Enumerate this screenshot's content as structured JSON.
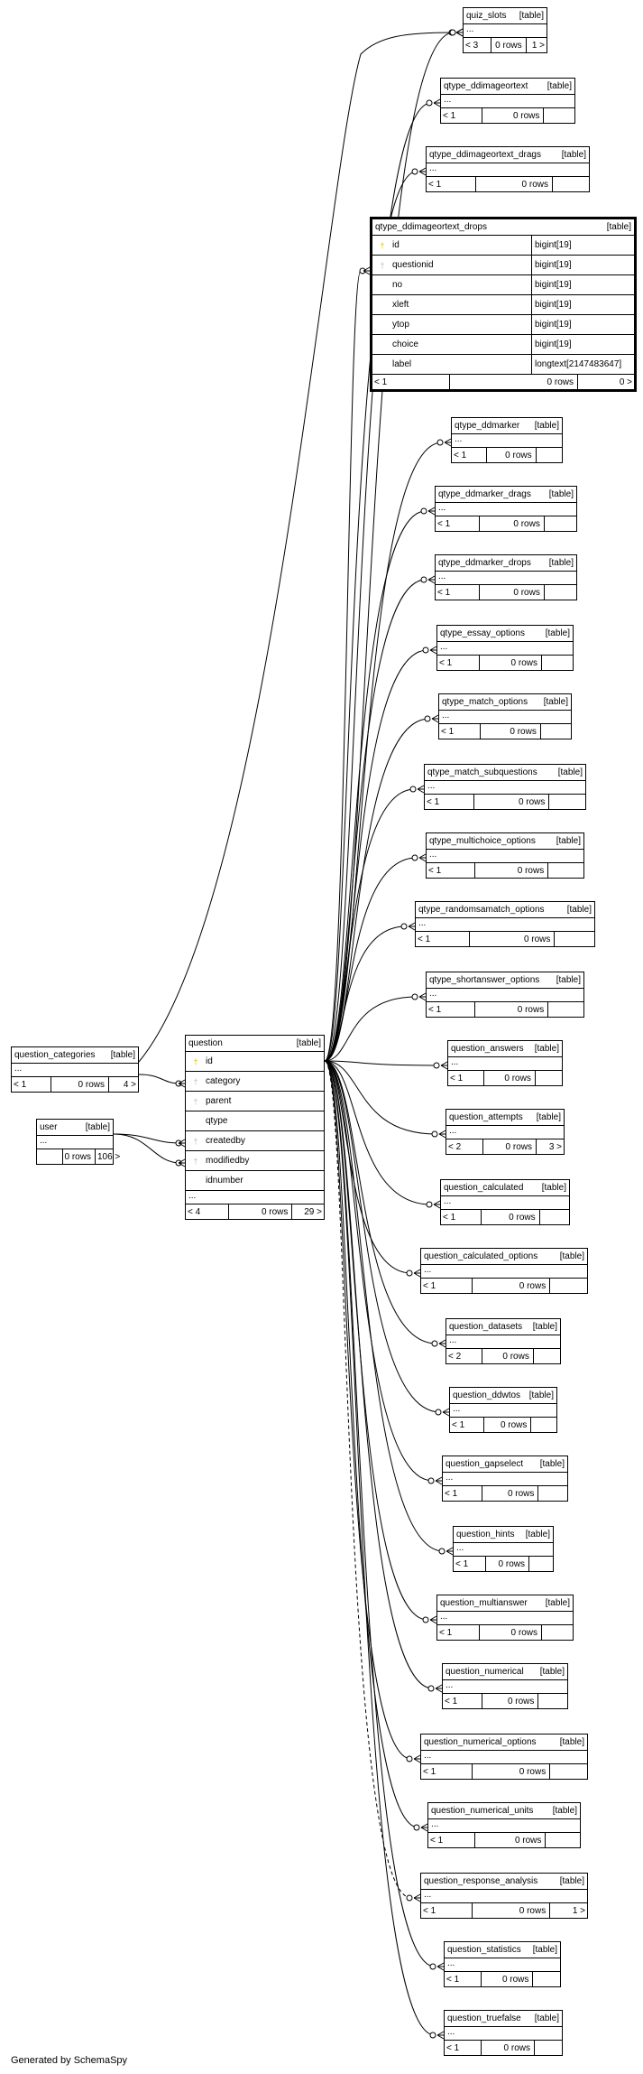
{
  "diagram": {
    "generated_by": "Generated by SchemaSpy",
    "type_label": "[table]",
    "ellipsis": "...",
    "focus_table": {
      "name": "qtype_ddimageortext_drops",
      "columns": [
        {
          "name": "id",
          "type": "bigint[19]",
          "key": "pk"
        },
        {
          "name": "questionid",
          "type": "bigint[19]",
          "key": "fk"
        },
        {
          "name": "no",
          "type": "bigint[19]",
          "key": ""
        },
        {
          "name": "xleft",
          "type": "bigint[19]",
          "key": ""
        },
        {
          "name": "ytop",
          "type": "bigint[19]",
          "key": ""
        },
        {
          "name": "choice",
          "type": "bigint[19]",
          "key": ""
        },
        {
          "name": "label",
          "type": "longtext[2147483647]",
          "key": ""
        }
      ],
      "footer": {
        "parents": "< 1",
        "rows": "0 rows",
        "children": "0 >"
      }
    },
    "question_table": {
      "name": "question",
      "columns": [
        {
          "name": "id",
          "key": "pk"
        },
        {
          "name": "category",
          "key": "fk"
        },
        {
          "name": "parent",
          "key": "fk"
        },
        {
          "name": "qtype",
          "key": ""
        },
        {
          "name": "createdby",
          "key": "fk"
        },
        {
          "name": "modifiedby",
          "key": "fk"
        },
        {
          "name": "idnumber",
          "key": ""
        }
      ],
      "footer": {
        "parents": "< 4",
        "rows": "0 rows",
        "children": "29 >"
      }
    },
    "left_tables": [
      {
        "name": "question_categories",
        "footer": {
          "parents": "< 1",
          "rows": "0 rows",
          "children": "4 >"
        }
      },
      {
        "name": "user",
        "footer": {
          "parents": "",
          "rows": "0 rows",
          "children": "106 >"
        }
      }
    ],
    "right_tables": [
      {
        "name": "quiz_slots",
        "footer": {
          "parents": "< 3",
          "rows": "0 rows",
          "children": "1 >"
        }
      },
      {
        "name": "qtype_ddimageortext",
        "footer": {
          "parents": "< 1",
          "rows": "0 rows",
          "children": ""
        }
      },
      {
        "name": "qtype_ddimageortext_drags",
        "footer": {
          "parents": "< 1",
          "rows": "0 rows",
          "children": ""
        }
      },
      {
        "name": "qtype_ddmarker",
        "footer": {
          "parents": "< 1",
          "rows": "0 rows",
          "children": ""
        }
      },
      {
        "name": "qtype_ddmarker_drags",
        "footer": {
          "parents": "< 1",
          "rows": "0 rows",
          "children": ""
        }
      },
      {
        "name": "qtype_ddmarker_drops",
        "footer": {
          "parents": "< 1",
          "rows": "0 rows",
          "children": ""
        }
      },
      {
        "name": "qtype_essay_options",
        "footer": {
          "parents": "< 1",
          "rows": "0 rows",
          "children": ""
        }
      },
      {
        "name": "qtype_match_options",
        "footer": {
          "parents": "< 1",
          "rows": "0 rows",
          "children": ""
        }
      },
      {
        "name": "qtype_match_subquestions",
        "footer": {
          "parents": "< 1",
          "rows": "0 rows",
          "children": ""
        }
      },
      {
        "name": "qtype_multichoice_options",
        "footer": {
          "parents": "< 1",
          "rows": "0 rows",
          "children": ""
        }
      },
      {
        "name": "qtype_randomsamatch_options",
        "footer": {
          "parents": "< 1",
          "rows": "0 rows",
          "children": ""
        }
      },
      {
        "name": "qtype_shortanswer_options",
        "footer": {
          "parents": "< 1",
          "rows": "0 rows",
          "children": ""
        }
      },
      {
        "name": "question_answers",
        "footer": {
          "parents": "< 1",
          "rows": "0 rows",
          "children": ""
        }
      },
      {
        "name": "question_attempts",
        "footer": {
          "parents": "< 2",
          "rows": "0 rows",
          "children": "3 >"
        }
      },
      {
        "name": "question_calculated",
        "footer": {
          "parents": "< 1",
          "rows": "0 rows",
          "children": ""
        }
      },
      {
        "name": "question_calculated_options",
        "footer": {
          "parents": "< 1",
          "rows": "0 rows",
          "children": ""
        }
      },
      {
        "name": "question_datasets",
        "footer": {
          "parents": "< 2",
          "rows": "0 rows",
          "children": ""
        }
      },
      {
        "name": "question_ddwtos",
        "footer": {
          "parents": "< 1",
          "rows": "0 rows",
          "children": ""
        }
      },
      {
        "name": "question_gapselect",
        "footer": {
          "parents": "< 1",
          "rows": "0 rows",
          "children": ""
        }
      },
      {
        "name": "question_hints",
        "footer": {
          "parents": "< 1",
          "rows": "0 rows",
          "children": ""
        }
      },
      {
        "name": "question_multianswer",
        "footer": {
          "parents": "< 1",
          "rows": "0 rows",
          "children": ""
        }
      },
      {
        "name": "question_numerical",
        "footer": {
          "parents": "< 1",
          "rows": "0 rows",
          "children": ""
        }
      },
      {
        "name": "question_numerical_options",
        "footer": {
          "parents": "< 1",
          "rows": "0 rows",
          "children": ""
        }
      },
      {
        "name": "question_numerical_units",
        "footer": {
          "parents": "< 1",
          "rows": "0 rows",
          "children": ""
        }
      },
      {
        "name": "question_response_analysis",
        "footer": {
          "parents": "< 1",
          "rows": "0 rows",
          "children": "1 >"
        }
      },
      {
        "name": "question_statistics",
        "footer": {
          "parents": "< 1",
          "rows": "0 rows",
          "children": ""
        }
      },
      {
        "name": "question_truefalse",
        "footer": {
          "parents": "< 1",
          "rows": "0 rows",
          "children": ""
        }
      }
    ]
  }
}
